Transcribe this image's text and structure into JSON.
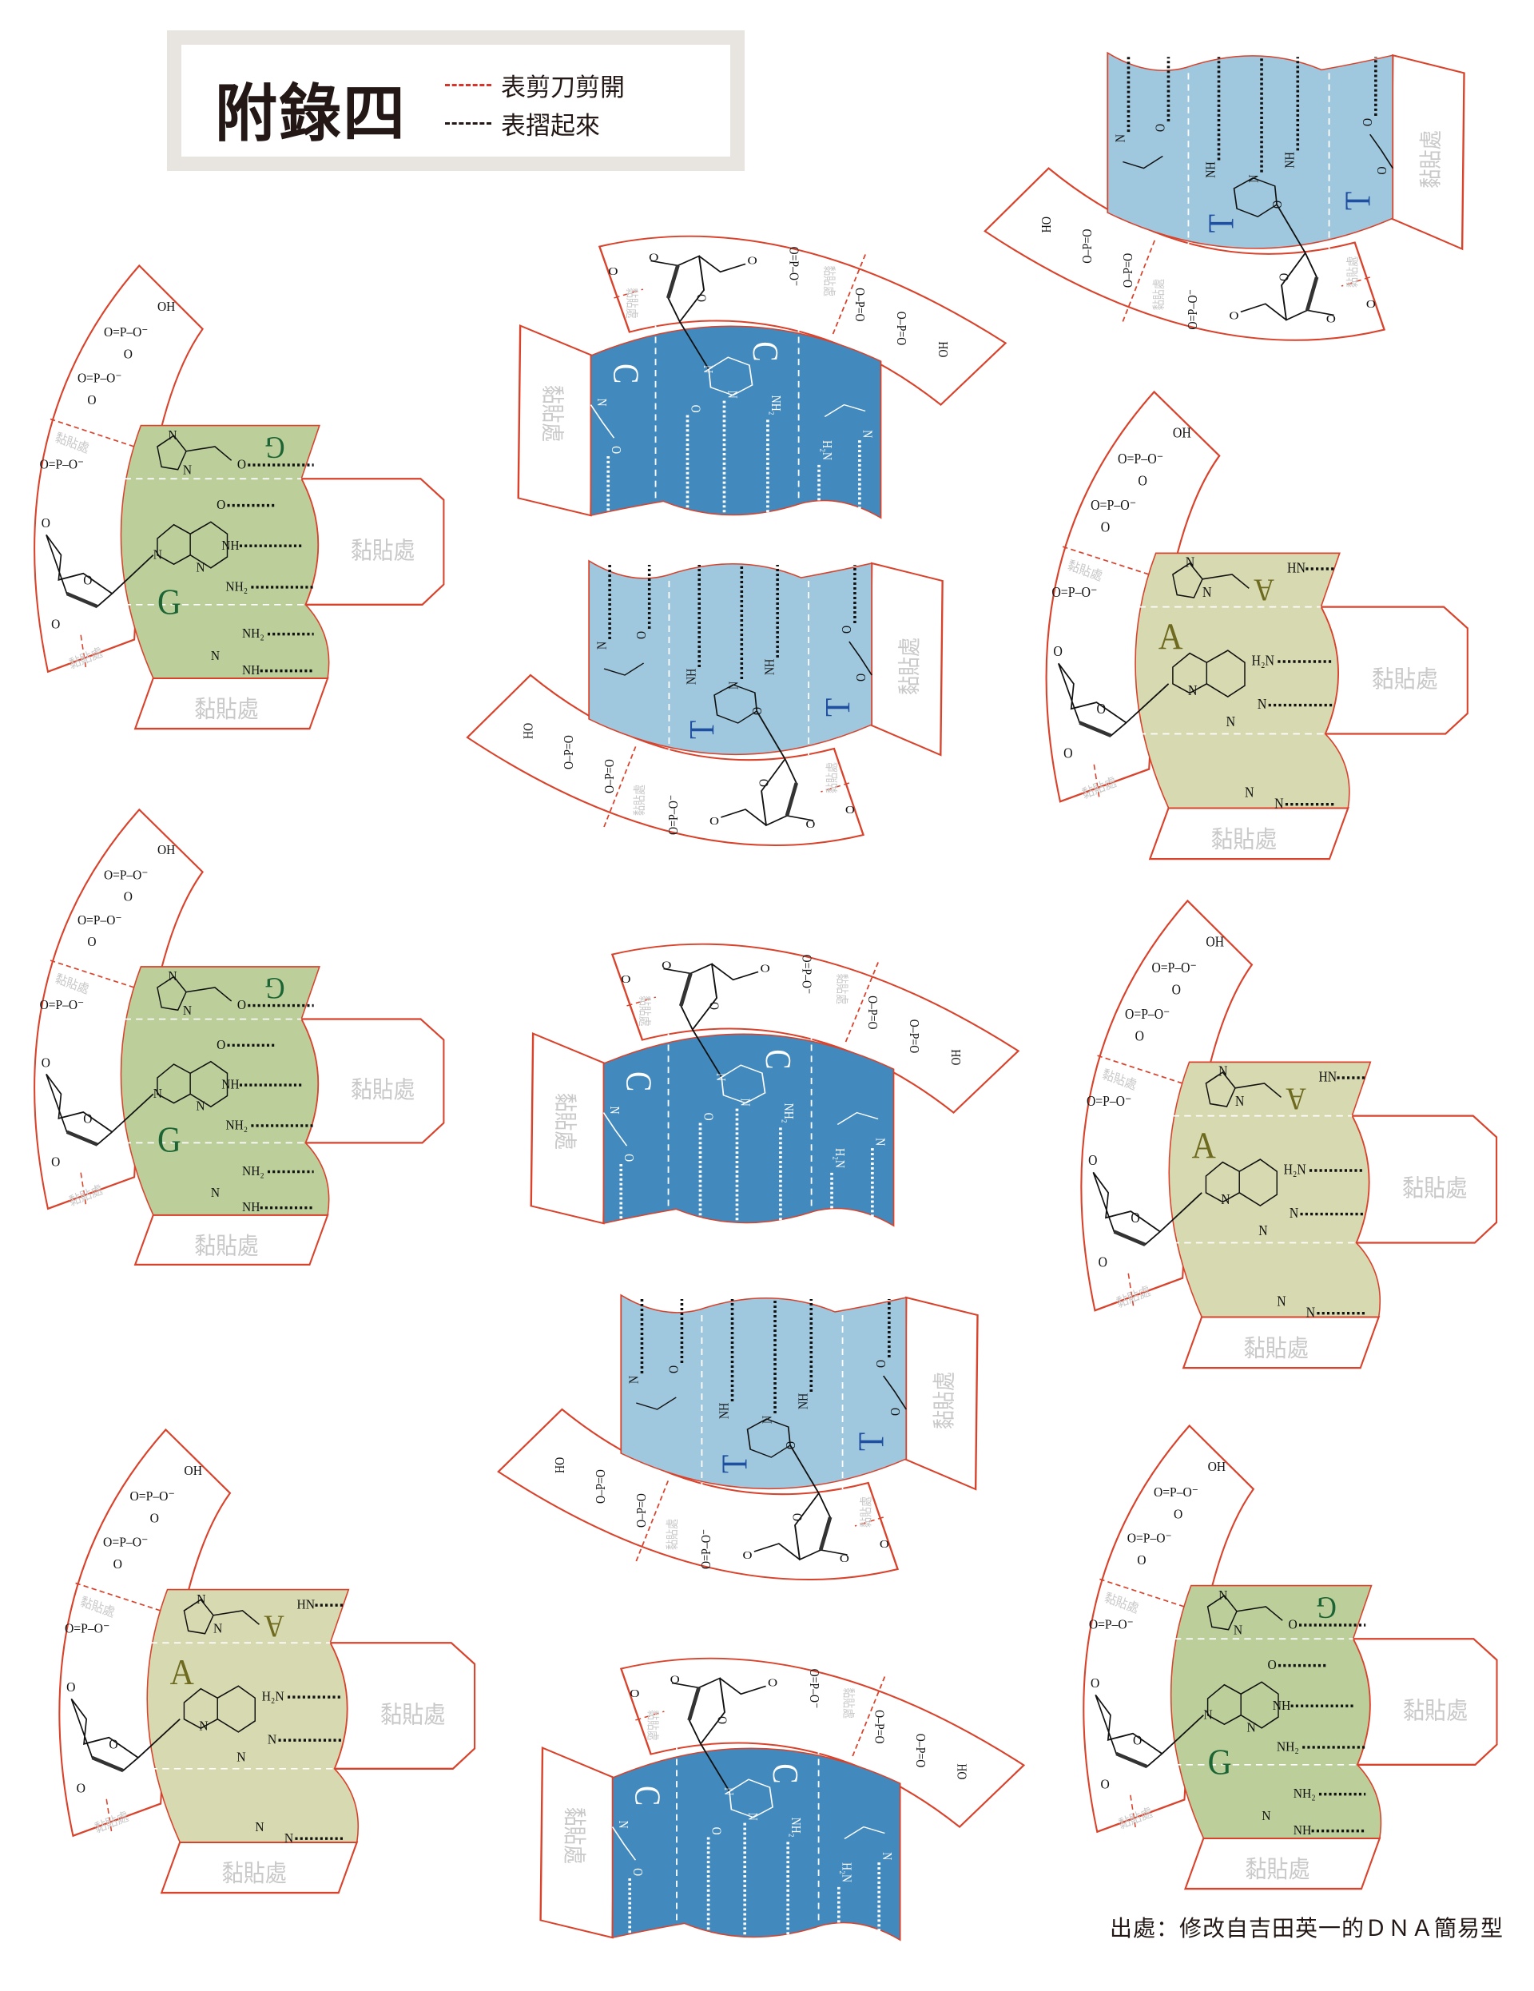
{
  "header": {
    "title": "附錄四",
    "legend": [
      {
        "label": "表剪刀剪開",
        "line_color": "#d9342b"
      },
      {
        "label": "表摺起來",
        "line_color": "#231815"
      }
    ]
  },
  "glue_label": "黏貼處",
  "source": "出處：修改自吉田英一的ＤＮＡ簡易型",
  "colors": {
    "cut_line": "#d9422b",
    "G": {
      "panel": "#bccf9b",
      "letter": "#1d6434",
      "chem": "#111111"
    },
    "A": {
      "panel": "#d7d9b0",
      "letter": "#6e6a1f",
      "chem": "#111111"
    },
    "C": {
      "panel": "#428abd",
      "letter": "#ffffff",
      "chem": "#ffffff"
    },
    "T": {
      "panel": "#9fc7dd",
      "letter": "#1f4fa0",
      "chem": "#111111"
    }
  },
  "pieces": [
    {
      "base": "G",
      "kind": "purine"
    },
    {
      "base": "G",
      "kind": "purine"
    },
    {
      "base": "A",
      "kind": "purine"
    },
    {
      "base": "A",
      "kind": "purine"
    },
    {
      "base": "A",
      "kind": "purine"
    },
    {
      "base": "G",
      "kind": "purine"
    },
    {
      "base": "C",
      "kind": "pyrimidine"
    },
    {
      "base": "T",
      "kind": "pyrimidine"
    },
    {
      "base": "C",
      "kind": "pyrimidine"
    },
    {
      "base": "T",
      "kind": "pyrimidine"
    },
    {
      "base": "C",
      "kind": "pyrimidine"
    },
    {
      "base": "T",
      "kind": "pyrimidine"
    }
  ],
  "chem": {
    "backbone_purine": [
      "OH",
      "O=P–O⁻",
      "O",
      "O=P–O⁻",
      "O",
      "O=P–O⁻",
      "O",
      "O",
      "O"
    ],
    "backbone_pyrimidine": [
      "O",
      "O",
      "O",
      "O=P–O⁻",
      "O–P=O",
      "O–P=O",
      "HO",
      "O"
    ],
    "G": [
      "N",
      "N",
      "O",
      "O",
      "N",
      "NH",
      "N",
      "NH₂",
      "NH₂",
      "N",
      "NH"
    ],
    "A": [
      "N",
      "N",
      "HN",
      "H₂N",
      "N",
      "N",
      "N",
      "N",
      "N"
    ],
    "C": [
      "N",
      "O",
      "N",
      "N",
      "NH₂",
      "H₂N",
      "N",
      "O"
    ],
    "T": [
      "O",
      "NH",
      "N",
      "O",
      "NH",
      "O",
      "N",
      "O"
    ]
  }
}
